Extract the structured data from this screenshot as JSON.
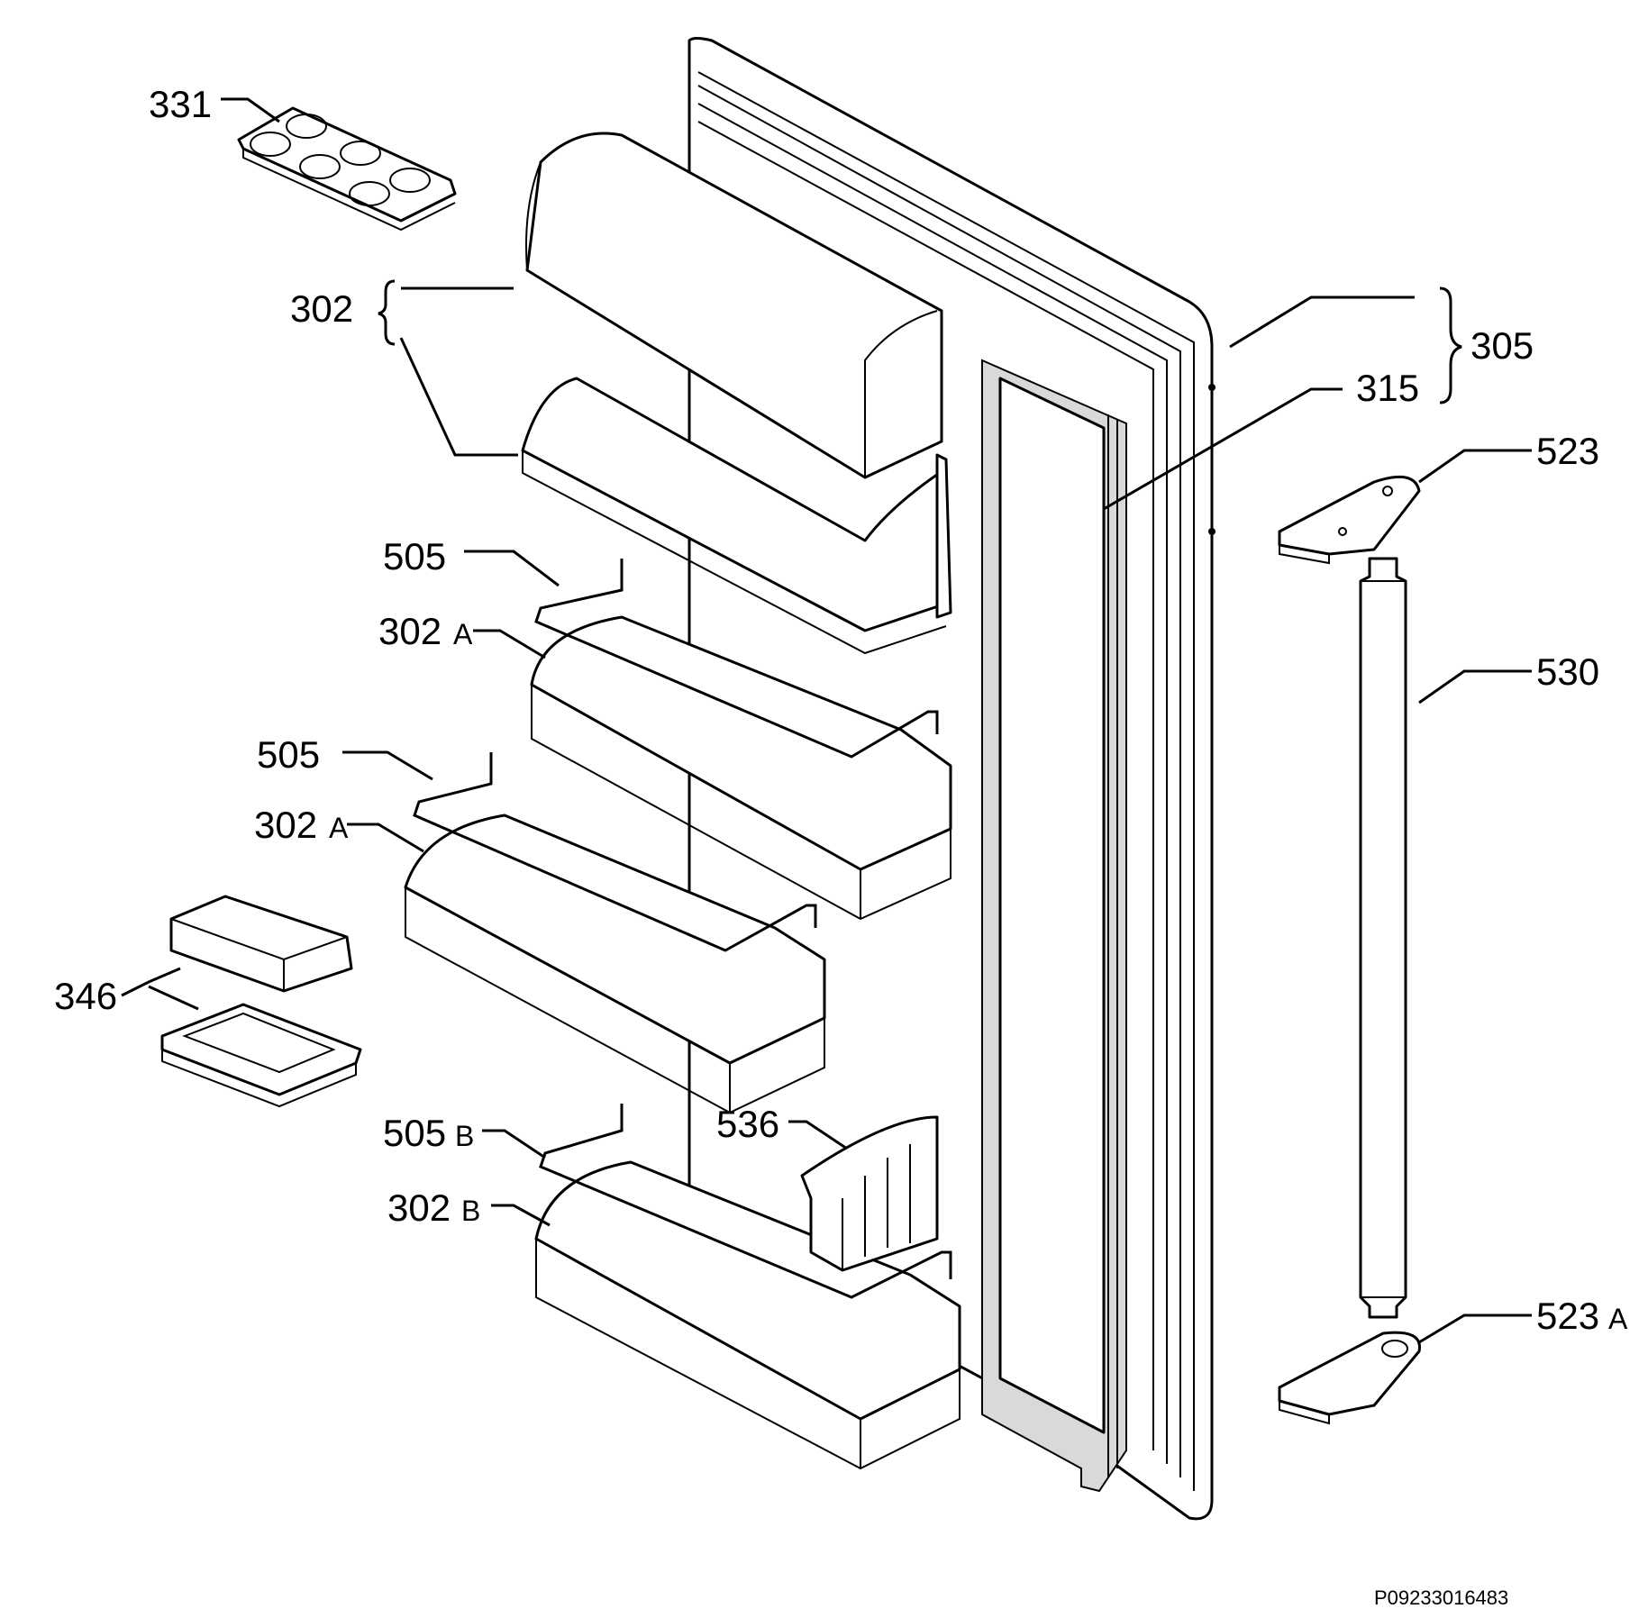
{
  "labels": {
    "l331": "331",
    "l302": "302",
    "l305": "305",
    "l315": "315",
    "l523": "523",
    "l505_top": "505",
    "l302a_top": "302",
    "l302a_top_sfx": "A",
    "l530": "530",
    "l505_mid": "505",
    "l302a_mid": "302",
    "l302a_mid_sfx": "A",
    "l346": "346",
    "l536": "536",
    "l505b": "505",
    "l505b_sfx": "B",
    "l302b": "302",
    "l302b_sfx": "B",
    "l523a": "523",
    "l523a_sfx": "A"
  },
  "drawing_code": "P09233016483",
  "colors": {
    "line": "#000000",
    "background": "#ffffff",
    "gasket": "#d9d9d9"
  }
}
